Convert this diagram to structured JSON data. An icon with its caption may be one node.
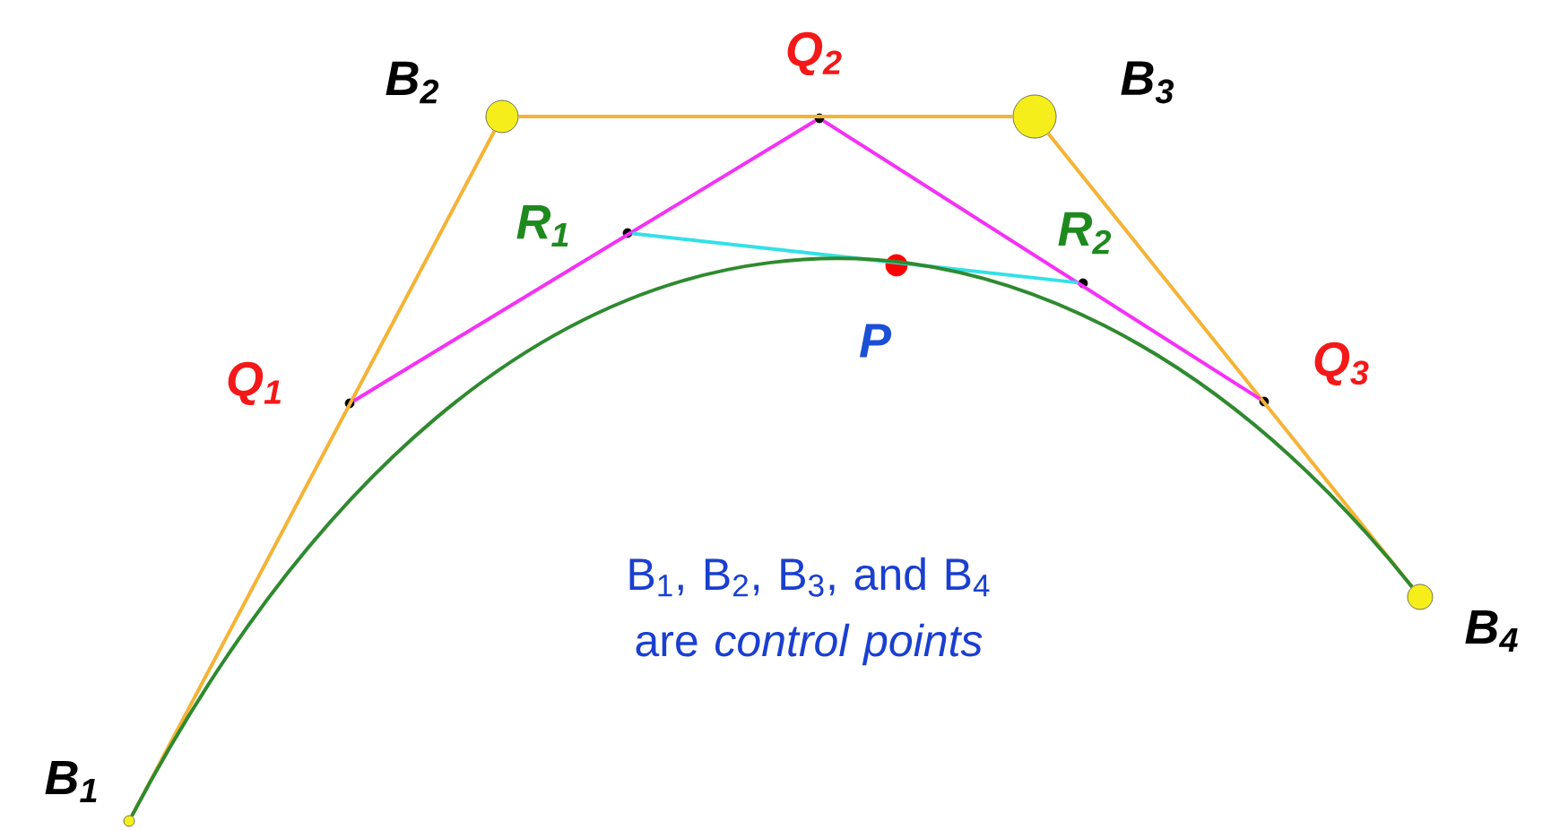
{
  "diagram": {
    "nodes": [
      {
        "text": [
          "B$_{1}$"
        ]
      },
      {
        "text": [
          "B$_{2}$"
        ]
      },
      {
        "text": [
          "B$_{3}$"
        ]
      },
      {
        "text": [
          "B$_{4}$"
        ]
      },
      {
        "text": [
          "Q$_{1}$"
        ]
      },
      {
        "text": [
          "Q$_{2}$"
        ]
      },
      {
        "text": [
          "Q$_{3}$"
        ]
      },
      {
        "text": [
          "R$_{1}$"
        ]
      },
      {
        "text": [
          "R$_{2}$"
        ]
      },
      {
        "text": [
          "P"
        ]
      }
    ],
    "edges": [
      {
        "from": 0,
        "to": 1,
        "arrow": "none",
        "color": "#f5b335"
      },
      {
        "from": 1,
        "to": 2,
        "arrow": "none",
        "color": "#f5b335"
      },
      {
        "from": 2,
        "to": 3,
        "arrow": "none",
        "color": "#f5b335"
      },
      {
        "from": 4,
        "to": 5,
        "arrow": "none",
        "color": "#f531f5"
      },
      {
        "from": 5,
        "to": 6,
        "arrow": "none",
        "color": "#f531f5"
      },
      {
        "from": 7,
        "to": 8,
        "arrow": "none",
        "color": "#33e0e8"
      },
      {
        "from": 0,
        "to": 3,
        "arrow": "none",
        "color": "#2f8a2f"
      }
    ],
    "labels": [
      "B$_{1}$, B$_{2}$, B$_{3}$, and B$_{4}$ are *control points*"
    ]
  }
}
